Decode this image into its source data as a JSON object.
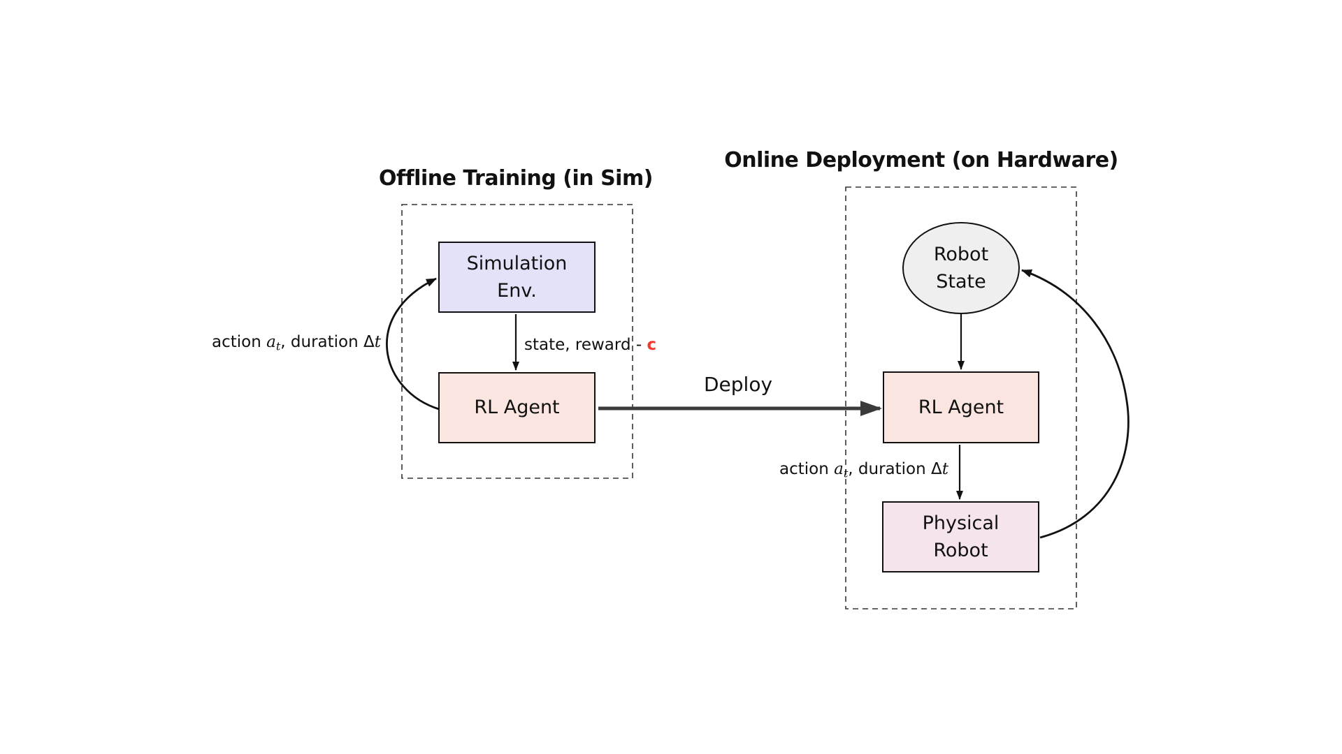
{
  "colors": {
    "background": "#ffffff",
    "node_border": "#111111",
    "sim_env_fill": "#e3e2f9",
    "rl_agent_fill": "#fae5e0",
    "physical_robot_fill": "#f5e3ed",
    "robot_state_fill": "#efefef",
    "dashed_border": "#333333",
    "arrow": "#111111",
    "deploy_arrow": "#3a3a3a",
    "cost_red": "#ee3a2b"
  },
  "offline": {
    "title": "Offline Training (in Sim)",
    "nodes": {
      "sim_env": {
        "line1": "Simulation",
        "line2": "Env."
      },
      "rl_agent": {
        "label": "RL Agent"
      }
    },
    "edges": {
      "action_loop": {
        "prefix": "action ",
        "var_a": "a",
        "sub_t": "t",
        "mid": ", duration ",
        "delta": "Δ",
        "var_t": "t"
      },
      "state_reward": {
        "text": "state, reward - ",
        "cost": "c"
      }
    }
  },
  "deploy": {
    "label": "Deploy"
  },
  "online": {
    "title": "Online Deployment (on Hardware)",
    "nodes": {
      "robot_state": {
        "line1": "Robot",
        "line2": "State"
      },
      "rl_agent": {
        "label": "RL Agent"
      },
      "physical_robot": {
        "line1": "Physical",
        "line2": "Robot"
      }
    },
    "edges": {
      "action": {
        "prefix": "action ",
        "var_a": "a",
        "sub_t": "t",
        "mid": ", duration ",
        "delta": "Δ",
        "var_t": "t"
      }
    }
  }
}
